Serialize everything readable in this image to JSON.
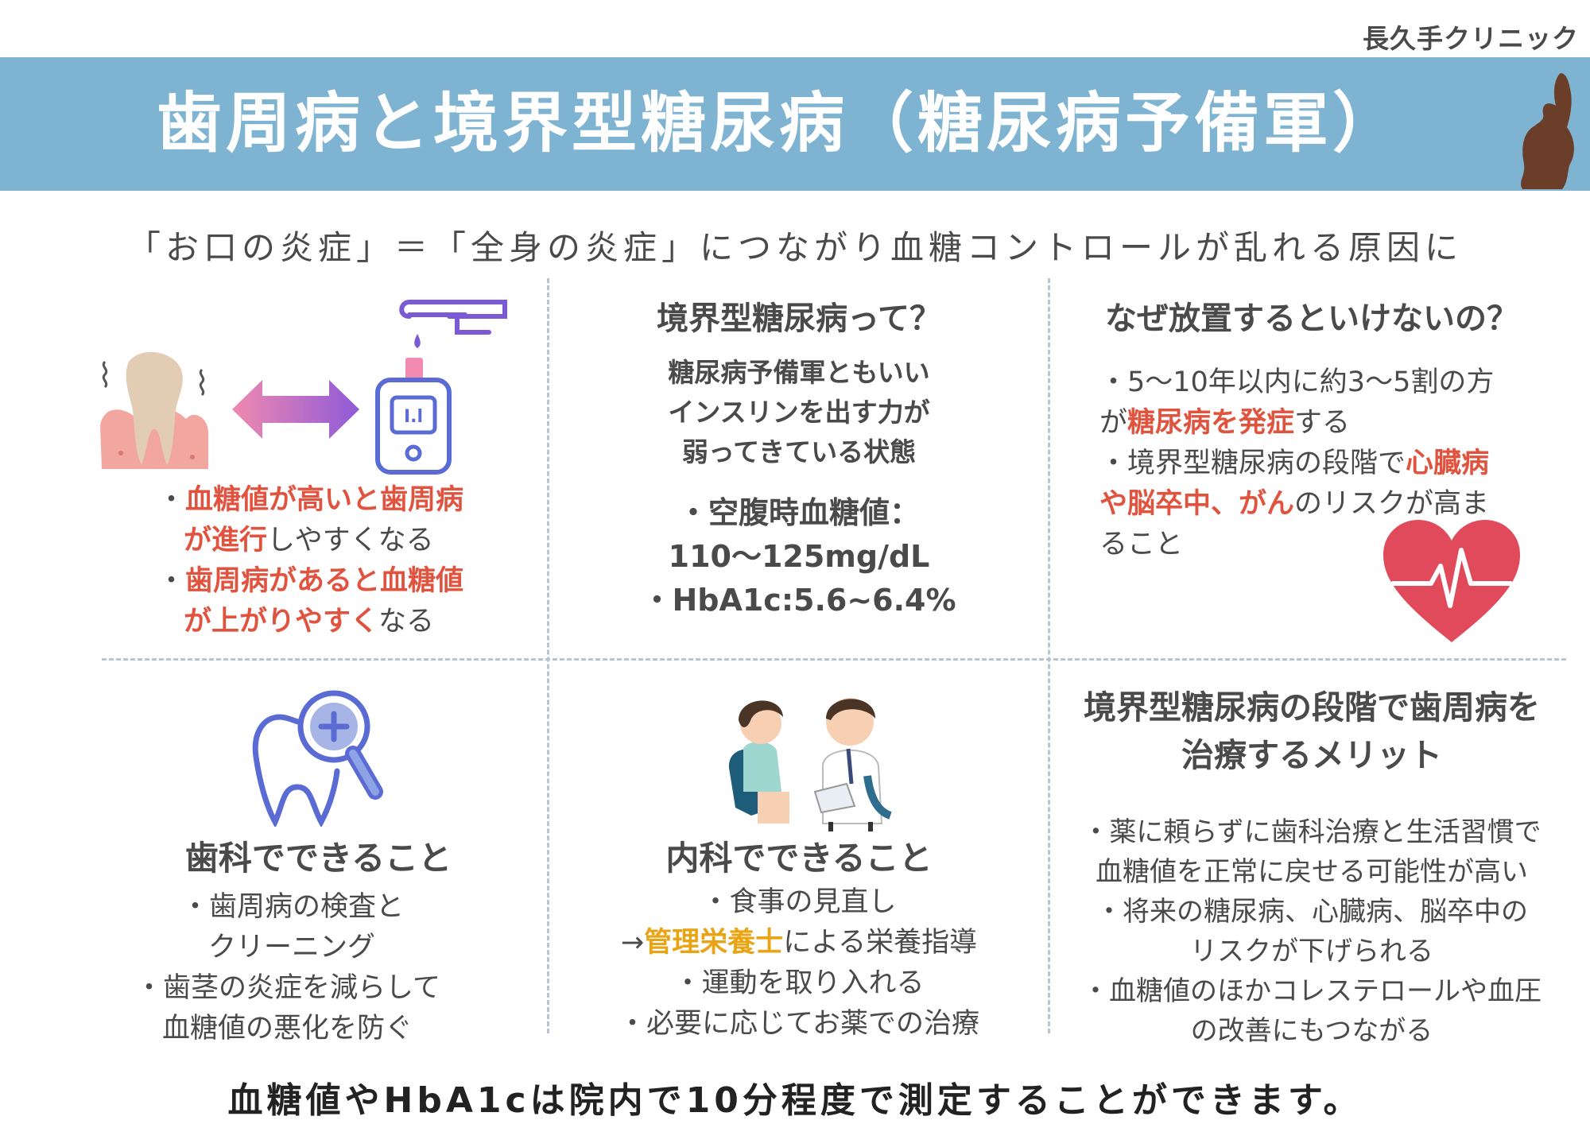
{
  "clinic_name": "長久手クリニック",
  "title": "歯周病と境界型糖尿病（糖尿病予備軍）",
  "subtitle": "「お口の炎症」＝「全身の炎症」につながり血糖コントロールが乱れる原因に",
  "panel1": {
    "b1_red": "血糖値が高いと歯周病",
    "b1_red2": "が進行",
    "b1_rest": "しやすくなる",
    "b2_red": "歯周病があると血糖値",
    "b2_red2": "が上がりやすく",
    "b2_rest": "なる"
  },
  "panel2": {
    "heading": "境界型糖尿病って？",
    "desc1": "糖尿病予備軍ともいい",
    "desc2": "インスリンを出す力が",
    "desc3": "弱ってきている状態",
    "m1": "・空腹時血糖値：",
    "m2": "110〜125mg/dL",
    "m3": "・HbA1c:5.6~6.4%"
  },
  "panel3": {
    "heading": "なぜ放置するといけないの？",
    "l1": "・5〜10年以内に約3〜5割の方",
    "l2a": "が",
    "l2red": "糖尿病を発症",
    "l2b": "する",
    "l3a": "・境界型糖尿病の段階で",
    "l3red": "心臓病",
    "l4red": "や脳卒中、がん",
    "l4b": "のリスクが高ま",
    "l5": "ること"
  },
  "panel4": {
    "heading": "歯科でできること",
    "l1": "・歯周病の検査と",
    "l2": "クリーニング",
    "l3": "・歯茎の炎症を減らして",
    "l4": "血糖値の悪化を防ぐ"
  },
  "panel5": {
    "heading": "内科でできること",
    "l1": "・食事の見直し",
    "l2a": "→",
    "l2orange": "管理栄養士",
    "l2b": "による栄養指導",
    "l3": "・運動を取り入れる",
    "l4": "・必要に応じてお薬での治療"
  },
  "panel6": {
    "heading1": "境界型糖尿病の段階で歯周病を",
    "heading2": "治療するメリット",
    "l1": "・薬に頼らずに歯科治療と生活習慣で",
    "l2": "血糖値を正常に戻せる可能性が高い",
    "l3": "・将来の糖尿病、心臓病、脳卒中の",
    "l4": "リスクが下げられる",
    "l5": "・血糖値のほかコレステロールや血圧",
    "l6": "の改善にもつながる"
  },
  "footer": "血糖値やHbA1cは院内で10分程度で測定することができます。",
  "icons": [
    "tooth-inflamed-icon",
    "double-arrow-icon",
    "glucose-meter-icon",
    "heart-pulse-icon",
    "tooth-magnifier-icon",
    "doctor-patient-illustration",
    "rabbit-silhouette"
  ],
  "colors": {
    "banner": "#7fb3d2",
    "accent_red": "#e0533e",
    "accent_orange": "#e9a414",
    "heart": "#e04a5a"
  }
}
